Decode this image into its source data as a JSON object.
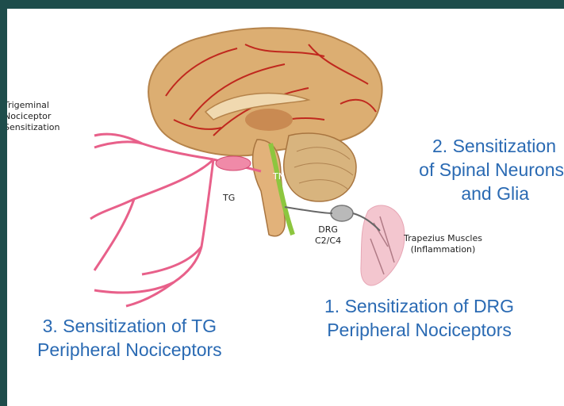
{
  "labels": {
    "trigeminal": [
      "Trigeminal",
      "Nociceptor",
      "Sensitization"
    ],
    "tg": "TG",
    "tn": "TN",
    "drg": [
      "DRG",
      "C2/C4"
    ],
    "trapezius": [
      "Trapezius Muscles",
      "(Inflammation)"
    ],
    "step2": [
      "2. Sensitization",
      "of Spinal Neurons",
      "and Glia"
    ],
    "step1": [
      "1. Sensitization of DRG",
      "Peripheral Nociceptors"
    ],
    "step3": [
      "3. Sensitization of TG",
      "Peripheral Nociceptors"
    ]
  },
  "colors": {
    "frame": "#1e4d4b",
    "label_blue": "#2a6ab3",
    "nerve_pink": "#e8608a",
    "brain_tan": "#d9a96a",
    "vessel_red": "#c0281e"
  }
}
